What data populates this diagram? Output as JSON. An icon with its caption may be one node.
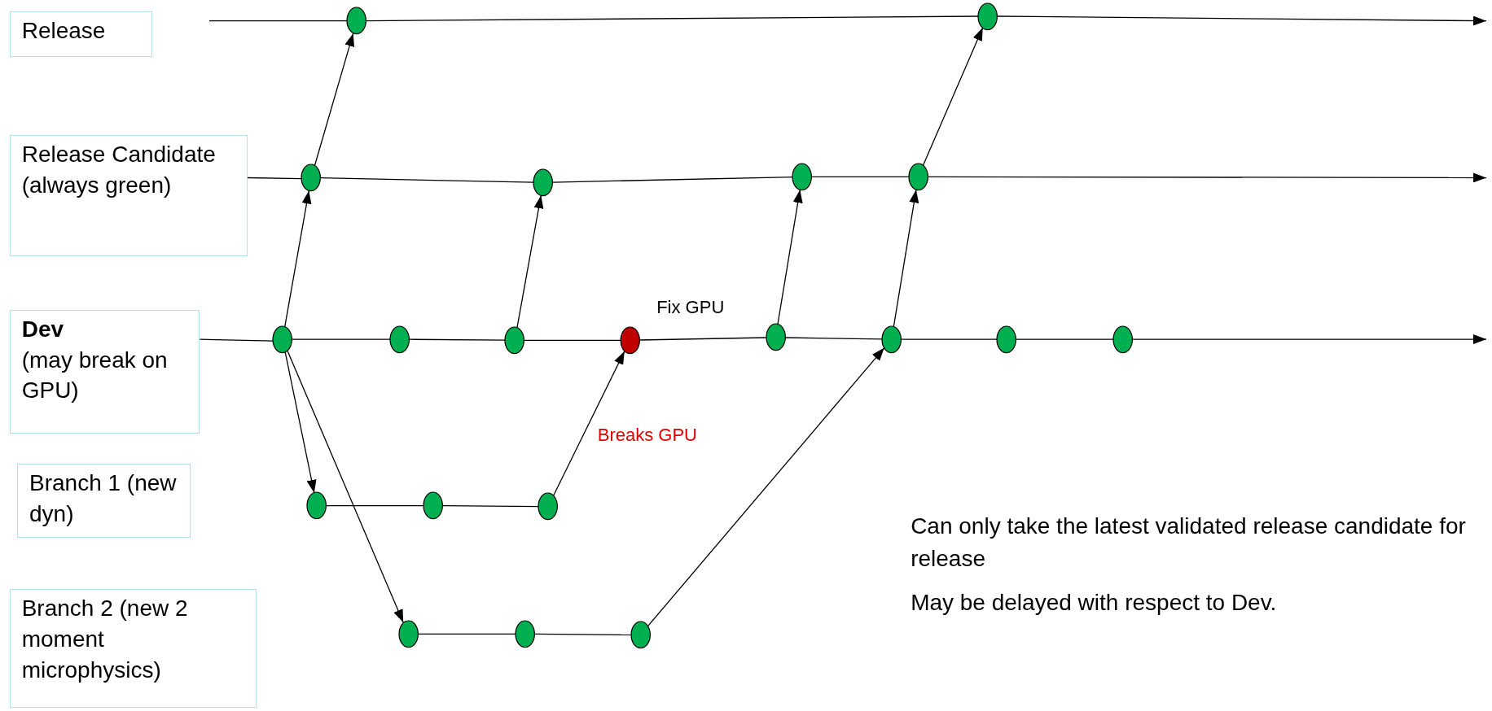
{
  "diagram": {
    "nodes": [
      {
        "text": [
          "Release"
        ]
      },
      {
        "text": [
          "Release Candidate (always green)"
        ]
      },
      {
        "text": [
          "Dev",
          "(may break on GPU)"
        ]
      },
      {
        "text": [
          "Branch 1 (new dyn)"
        ]
      },
      {
        "text": [
          "Branch 2 (new 2 moment microphysics)"
        ]
      },
      {
        "text": [],
        "shape": "circle"
      },
      {
        "text": [],
        "shape": "circle"
      },
      {
        "text": [],
        "shape": "circle"
      },
      {
        "text": [],
        "shape": "circle"
      },
      {
        "text": [],
        "shape": "circle"
      },
      {
        "text": [],
        "shape": "circle"
      },
      {
        "text": [],
        "shape": "circle"
      },
      {
        "text": [],
        "shape": "circle"
      },
      {
        "text": [],
        "shape": "circle"
      },
      {
        "text": [],
        "shape": "circle"
      },
      {
        "text": [],
        "shape": "circle"
      },
      {
        "text": [],
        "shape": "circle"
      },
      {
        "text": [],
        "shape": "circle"
      },
      {
        "text": [],
        "shape": "circle"
      },
      {
        "text": [],
        "shape": "circle"
      },
      {
        "text": [],
        "shape": "circle"
      },
      {
        "text": [],
        "shape": "circle"
      },
      {
        "text": [],
        "shape": "circle"
      },
      {
        "text": [],
        "shape": "circle"
      },
      {
        "text": [],
        "shape": "circle"
      }
    ],
    "edges": [
      {
        "from": null,
        "to": 5,
        "arrow": "none"
      },
      {
        "from": 5,
        "to": 6,
        "arrow": "none"
      },
      {
        "from": 6,
        "to": null,
        "arrow": "to"
      },
      {
        "from": 1,
        "to": 7,
        "arrow": "none"
      },
      {
        "from": 7,
        "to": 8,
        "arrow": "none"
      },
      {
        "from": 8,
        "to": 9,
        "arrow": "none"
      },
      {
        "from": 9,
        "to": 10,
        "arrow": "none"
      },
      {
        "from": 10,
        "to": null,
        "arrow": "to"
      },
      {
        "from": 2,
        "to": 11,
        "arrow": "none"
      },
      {
        "from": 11,
        "to": 12,
        "arrow": "none"
      },
      {
        "from": 12,
        "to": 13,
        "arrow": "none"
      },
      {
        "from": 13,
        "to": 14,
        "arrow": "none"
      },
      {
        "from": 14,
        "to": 15,
        "arrow": "none",
        "label": "Fix GPU"
      },
      {
        "from": 15,
        "to": 16,
        "arrow": "none"
      },
      {
        "from": 16,
        "to": 17,
        "arrow": "none"
      },
      {
        "from": 17,
        "to": 18,
        "arrow": "none"
      },
      {
        "from": 18,
        "to": null,
        "arrow": "to"
      },
      {
        "from": 19,
        "to": 20,
        "arrow": "none"
      },
      {
        "from": 20,
        "to": 21,
        "arrow": "none"
      },
      {
        "from": 22,
        "to": 23,
        "arrow": "none"
      },
      {
        "from": 23,
        "to": 24,
        "arrow": "none"
      },
      {
        "from": 11,
        "to": 7,
        "arrow": "to"
      },
      {
        "from": 7,
        "to": 5,
        "arrow": "to"
      },
      {
        "from": 13,
        "to": 8,
        "arrow": "to"
      },
      {
        "from": 21,
        "to": 14,
        "arrow": "to",
        "label": "Breaks GPU"
      },
      {
        "from": 15,
        "to": 9,
        "arrow": "to"
      },
      {
        "from": 16,
        "to": 10,
        "arrow": "to"
      },
      {
        "from": 10,
        "to": 6,
        "arrow": "to"
      },
      {
        "from": 11,
        "to": 19,
        "arrow": "to"
      },
      {
        "from": 11,
        "to": 22,
        "arrow": "to"
      },
      {
        "from": 24,
        "to": 16,
        "arrow": "to"
      }
    ],
    "labels": [
      "Can only take the latest validated release candidate for release",
      "May be delayed with respect to Dev."
    ]
  }
}
